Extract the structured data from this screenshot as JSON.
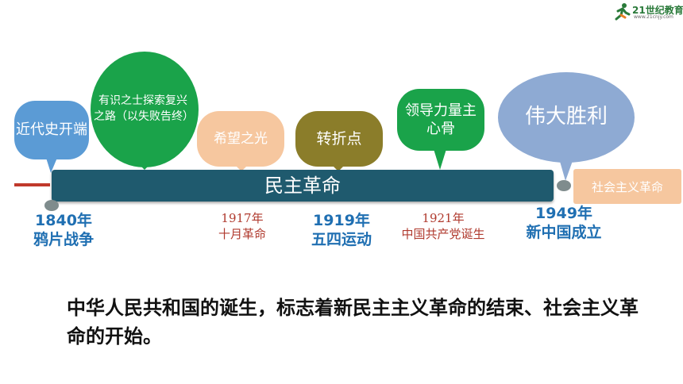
{
  "logo": {
    "text": "21世纪教育",
    "sub": "www.21cnjy.com"
  },
  "timeline": {
    "bar_label": "民主革命",
    "socialist_label": "社会主义革命",
    "bubbles": [
      {
        "id": "modern-start",
        "text": "近代史开端",
        "color": "#5b9bd5"
      },
      {
        "id": "seekers",
        "text": "有识之士探索复兴之路（以失败告终）",
        "color": "#1aa34a"
      },
      {
        "id": "hope-light",
        "text": "希望之光",
        "color": "#f6c79f"
      },
      {
        "id": "turning-point",
        "text": "转折点",
        "color": "#8b7d2a"
      },
      {
        "id": "leadership-core",
        "text": "领导力量主心骨",
        "color": "#1aa34a"
      },
      {
        "id": "great-victory",
        "text": "伟大胜利",
        "color": "#8eaad3"
      }
    ],
    "events": [
      {
        "id": "1840",
        "year": "1840年",
        "name": "鸦片战争",
        "style": "blue"
      },
      {
        "id": "1917",
        "year": "1917年",
        "name": "十月革命",
        "style": "red"
      },
      {
        "id": "1919",
        "year": "1919年",
        "name": "五四运动",
        "style": "blue"
      },
      {
        "id": "1921",
        "year": "1921年",
        "name": "中国共产党诞生",
        "style": "red"
      },
      {
        "id": "1949",
        "year": "1949年",
        "name": "新中国成立",
        "style": "blue"
      }
    ]
  },
  "statement": "中华人民共和国的诞生，标志着新民主主义革命的结束、社会主义革命的开始。",
  "colors": {
    "bar": "#1f5a6e",
    "blue_text": "#1f6fb2",
    "red_text": "#b03a2e",
    "red_line": "#c0392b"
  }
}
